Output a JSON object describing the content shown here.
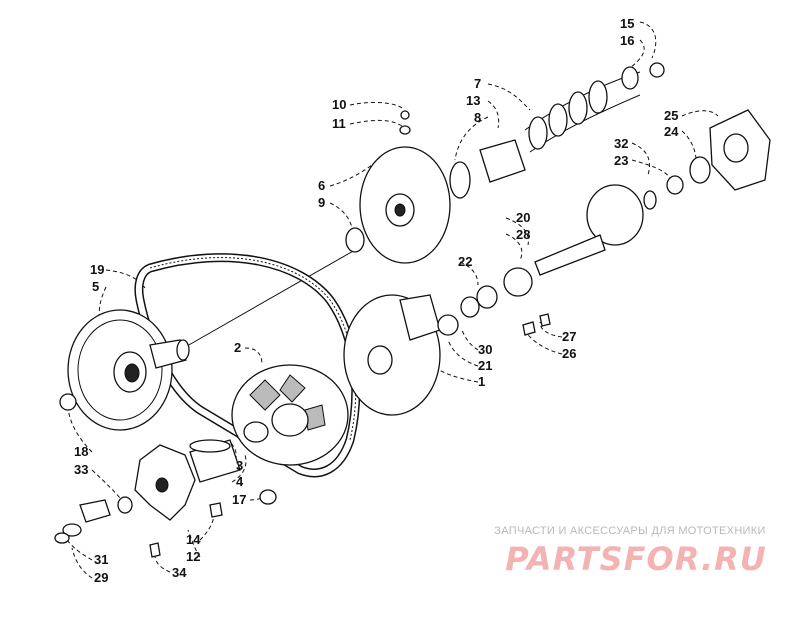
{
  "diagram": {
    "callouts": [
      "15",
      "16",
      "7",
      "13",
      "8",
      "10",
      "11",
      "25",
      "24",
      "32",
      "23",
      "6",
      "9",
      "20",
      "28",
      "22",
      "19",
      "5",
      "27",
      "26",
      "2",
      "30",
      "21",
      "1",
      "3",
      "4",
      "17",
      "18",
      "33",
      "14",
      "12",
      "31",
      "29",
      "34"
    ]
  },
  "watermark": {
    "tagline": "ЗАПЧАСТИ И АКСЕССУАРЫ ДЛЯ МОТОТЕХНИКИ",
    "logo": "PARTSFOR.RU"
  },
  "colors": {
    "ink": "#111111",
    "watermark_red": "#f3b3b3",
    "watermark_grey": "#b9b9b9"
  }
}
